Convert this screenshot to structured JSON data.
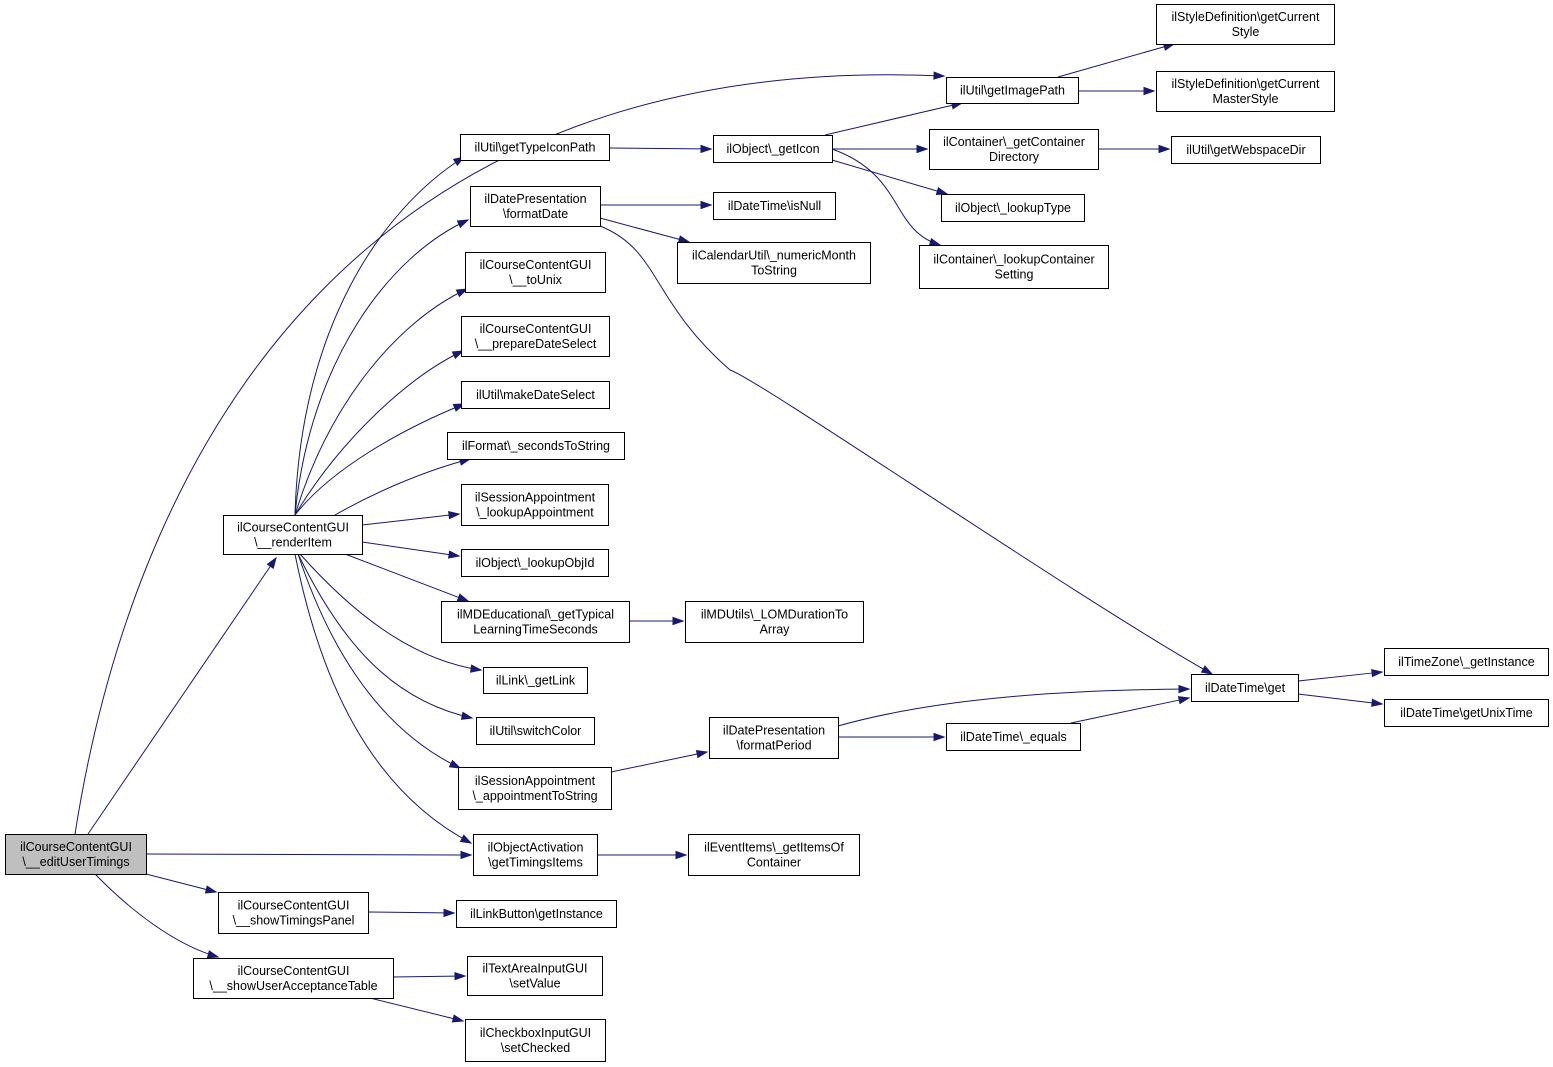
{
  "graph": {
    "nodes": [
      {
        "id": "root",
        "lines": [
          "ilCourseContentGUI",
          "\\__editUserTimings"
        ],
        "highlighted": true
      },
      {
        "id": "renderItem",
        "lines": [
          "ilCourseContentGUI",
          "\\__renderItem"
        ]
      },
      {
        "id": "getImagePath",
        "lines": [
          "ilUtil\\getImagePath"
        ]
      },
      {
        "id": "getCurrentStyle",
        "lines": [
          "ilStyleDefinition\\getCurrent",
          "Style"
        ]
      },
      {
        "id": "getCurrentMasterStyle",
        "lines": [
          "ilStyleDefinition\\getCurrent",
          "MasterStyle"
        ]
      },
      {
        "id": "getTypeIconPath",
        "lines": [
          "ilUtil\\getTypeIconPath"
        ]
      },
      {
        "id": "getIcon",
        "lines": [
          "ilObject\\_getIcon"
        ]
      },
      {
        "id": "getContainerDirectory",
        "lines": [
          "ilContainer\\_getContainer",
          "Directory"
        ]
      },
      {
        "id": "getWebspaceDir",
        "lines": [
          "ilUtil\\getWebspaceDir"
        ]
      },
      {
        "id": "lookupType",
        "lines": [
          "ilObject\\_lookupType"
        ]
      },
      {
        "id": "lookupContainerSetting",
        "lines": [
          "ilContainer\\_lookupContainer",
          "Setting"
        ]
      },
      {
        "id": "formatDate",
        "lines": [
          "ilDatePresentation",
          "\\formatDate"
        ]
      },
      {
        "id": "isNull",
        "lines": [
          "ilDateTime\\isNull"
        ]
      },
      {
        "id": "numericMonth",
        "lines": [
          "ilCalendarUtil\\_numericMonth",
          "ToString"
        ]
      },
      {
        "id": "toUnix",
        "lines": [
          "ilCourseContentGUI",
          "\\__toUnix"
        ]
      },
      {
        "id": "prepareDateSelect",
        "lines": [
          "ilCourseContentGUI",
          "\\__prepareDateSelect"
        ]
      },
      {
        "id": "makeDateSelect",
        "lines": [
          "ilUtil\\makeDateSelect"
        ]
      },
      {
        "id": "secondsToString",
        "lines": [
          "ilFormat\\_secondsToString"
        ]
      },
      {
        "id": "lookupAppointment",
        "lines": [
          "ilSessionAppointment",
          "\\_lookupAppointment"
        ]
      },
      {
        "id": "lookupObjId",
        "lines": [
          "ilObject\\_lookupObjId"
        ]
      },
      {
        "id": "getTypicalLearningTime",
        "lines": [
          "ilMDEducational\\_getTypical",
          "LearningTimeSeconds"
        ]
      },
      {
        "id": "lomDuration",
        "lines": [
          "ilMDUtils\\_LOMDurationTo",
          "Array"
        ]
      },
      {
        "id": "getLink",
        "lines": [
          "ilLink\\_getLink"
        ]
      },
      {
        "id": "switchColor",
        "lines": [
          "ilUtil\\switchColor"
        ]
      },
      {
        "id": "appointmentToString",
        "lines": [
          "ilSessionAppointment",
          "\\_appointmentToString"
        ]
      },
      {
        "id": "formatPeriod",
        "lines": [
          "ilDatePresentation",
          "\\formatPeriod"
        ]
      },
      {
        "id": "dtEquals",
        "lines": [
          "ilDateTime\\_equals"
        ]
      },
      {
        "id": "dtGet",
        "lines": [
          "ilDateTime\\get"
        ]
      },
      {
        "id": "tzGetInstance",
        "lines": [
          "ilTimeZone\\_getInstance"
        ]
      },
      {
        "id": "getUnixTime",
        "lines": [
          "ilDateTime\\getUnixTime"
        ]
      },
      {
        "id": "getTimingsItems",
        "lines": [
          "ilObjectActivation",
          "\\getTimingsItems"
        ]
      },
      {
        "id": "getItemsOfContainer",
        "lines": [
          "ilEventItems\\_getItemsOf",
          "Container"
        ]
      },
      {
        "id": "showTimingsPanel",
        "lines": [
          "ilCourseContentGUI",
          "\\__showTimingsPanel"
        ]
      },
      {
        "id": "linkButton",
        "lines": [
          "ilLinkButton\\getInstance"
        ]
      },
      {
        "id": "showUserAcceptanceTable",
        "lines": [
          "ilCourseContentGUI",
          "\\__showUserAcceptanceTable"
        ]
      },
      {
        "id": "textAreaSetValue",
        "lines": [
          "ilTextAreaInputGUI",
          "\\setValue"
        ]
      },
      {
        "id": "checkboxSetChecked",
        "lines": [
          "ilCheckboxInputGUI",
          "\\setChecked"
        ]
      }
    ],
    "edges": [
      [
        "root",
        "getImagePath"
      ],
      [
        "root",
        "renderItem"
      ],
      [
        "root",
        "getTimingsItems"
      ],
      [
        "root",
        "showTimingsPanel"
      ],
      [
        "root",
        "showUserAcceptanceTable"
      ],
      [
        "renderItem",
        "getTypeIconPath"
      ],
      [
        "renderItem",
        "formatDate"
      ],
      [
        "renderItem",
        "toUnix"
      ],
      [
        "renderItem",
        "prepareDateSelect"
      ],
      [
        "renderItem",
        "makeDateSelect"
      ],
      [
        "renderItem",
        "secondsToString"
      ],
      [
        "renderItem",
        "lookupAppointment"
      ],
      [
        "renderItem",
        "lookupObjId"
      ],
      [
        "renderItem",
        "getTypicalLearningTime"
      ],
      [
        "renderItem",
        "getLink"
      ],
      [
        "renderItem",
        "switchColor"
      ],
      [
        "renderItem",
        "appointmentToString"
      ],
      [
        "renderItem",
        "getTimingsItems"
      ],
      [
        "getTypeIconPath",
        "getIcon"
      ],
      [
        "getIcon",
        "getImagePath"
      ],
      [
        "getIcon",
        "getContainerDirectory"
      ],
      [
        "getIcon",
        "lookupType"
      ],
      [
        "getIcon",
        "lookupContainerSetting"
      ],
      [
        "getImagePath",
        "getCurrentStyle"
      ],
      [
        "getImagePath",
        "getCurrentMasterStyle"
      ],
      [
        "getContainerDirectory",
        "getWebspaceDir"
      ],
      [
        "formatDate",
        "isNull"
      ],
      [
        "formatDate",
        "numericMonth"
      ],
      [
        "formatDate",
        "dtGet"
      ],
      [
        "getTypicalLearningTime",
        "lomDuration"
      ],
      [
        "appointmentToString",
        "formatPeriod"
      ],
      [
        "formatPeriod",
        "dtEquals"
      ],
      [
        "formatPeriod",
        "dtGet"
      ],
      [
        "dtEquals",
        "dtGet"
      ],
      [
        "dtGet",
        "tzGetInstance"
      ],
      [
        "dtGet",
        "getUnixTime"
      ],
      [
        "getTimingsItems",
        "getItemsOfContainer"
      ],
      [
        "showTimingsPanel",
        "linkButton"
      ],
      [
        "showUserAcceptanceTable",
        "textAreaSetValue"
      ],
      [
        "showUserAcceptanceTable",
        "checkboxSetChecked"
      ]
    ]
  }
}
